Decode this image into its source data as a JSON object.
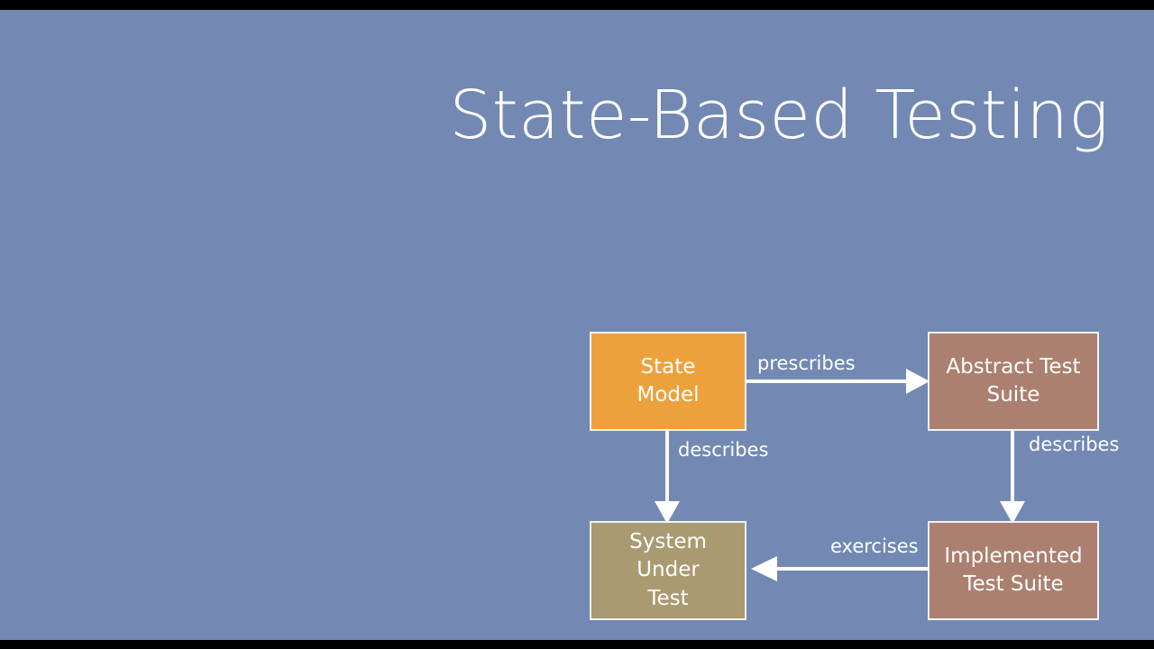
{
  "slide": {
    "title": "State-Based Testing",
    "background_color": "#7389b3",
    "letterbox_color": "#000000",
    "title_color": "#ffffff"
  },
  "diagram": {
    "type": "flow-diagram",
    "nodes": [
      {
        "id": "state-model",
        "label": "State\nModel",
        "line1": "State",
        "line2": "Model",
        "fill": "#eda13c",
        "border": "#f2f2f2",
        "text_color": "#ffffff"
      },
      {
        "id": "abstract-test-suite",
        "label": "Abstract Test\nSuite",
        "line1": "Abstract Test",
        "line2": "Suite",
        "fill": "#ab8070",
        "border": "#f2f2f2",
        "text_color": "#ffffff"
      },
      {
        "id": "system-under-test",
        "label": "System Under\nTest",
        "line1": "System Under",
        "line2": "Test",
        "fill": "#a99a72",
        "border": "#f2f2f2",
        "text_color": "#ffffff"
      },
      {
        "id": "implemented-test-suite",
        "label": "Implemented\nTest Suite",
        "line1": "Implemented",
        "line2": "Test Suite",
        "fill": "#ab8070",
        "border": "#f2f2f2",
        "text_color": "#ffffff"
      }
    ],
    "edges": [
      {
        "id": "prescribes",
        "label": "prescribes",
        "from": "state-model",
        "to": "abstract-test-suite",
        "direction": "right",
        "color": "#ffffff"
      },
      {
        "id": "describes-left",
        "label": "describes",
        "from": "state-model",
        "to": "system-under-test",
        "direction": "down",
        "color": "#ffffff"
      },
      {
        "id": "describes-right",
        "label": "describes",
        "from": "abstract-test-suite",
        "to": "implemented-test-suite",
        "direction": "down",
        "color": "#ffffff"
      },
      {
        "id": "exercises",
        "label": "exercises",
        "from": "implemented-test-suite",
        "to": "system-under-test",
        "direction": "left",
        "color": "#ffffff"
      }
    ]
  }
}
